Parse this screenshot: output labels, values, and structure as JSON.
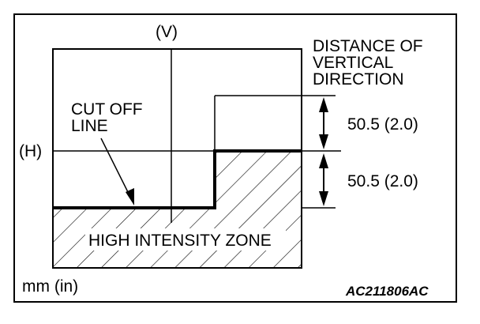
{
  "labels": {
    "v_axis": "(V)",
    "h_axis": "(H)",
    "distance_title": [
      "DISTANCE OF",
      "VERTICAL",
      "DIRECTION"
    ],
    "cutoff": [
      "CUT OFF",
      "LINE"
    ],
    "dimension_upper": "50.5 (2.0)",
    "dimension_lower": "50.5 (2.0)",
    "zone": "HIGH INTENSITY ZONE",
    "units": "mm (in)",
    "figure_code": "AC211806AC"
  }
}
